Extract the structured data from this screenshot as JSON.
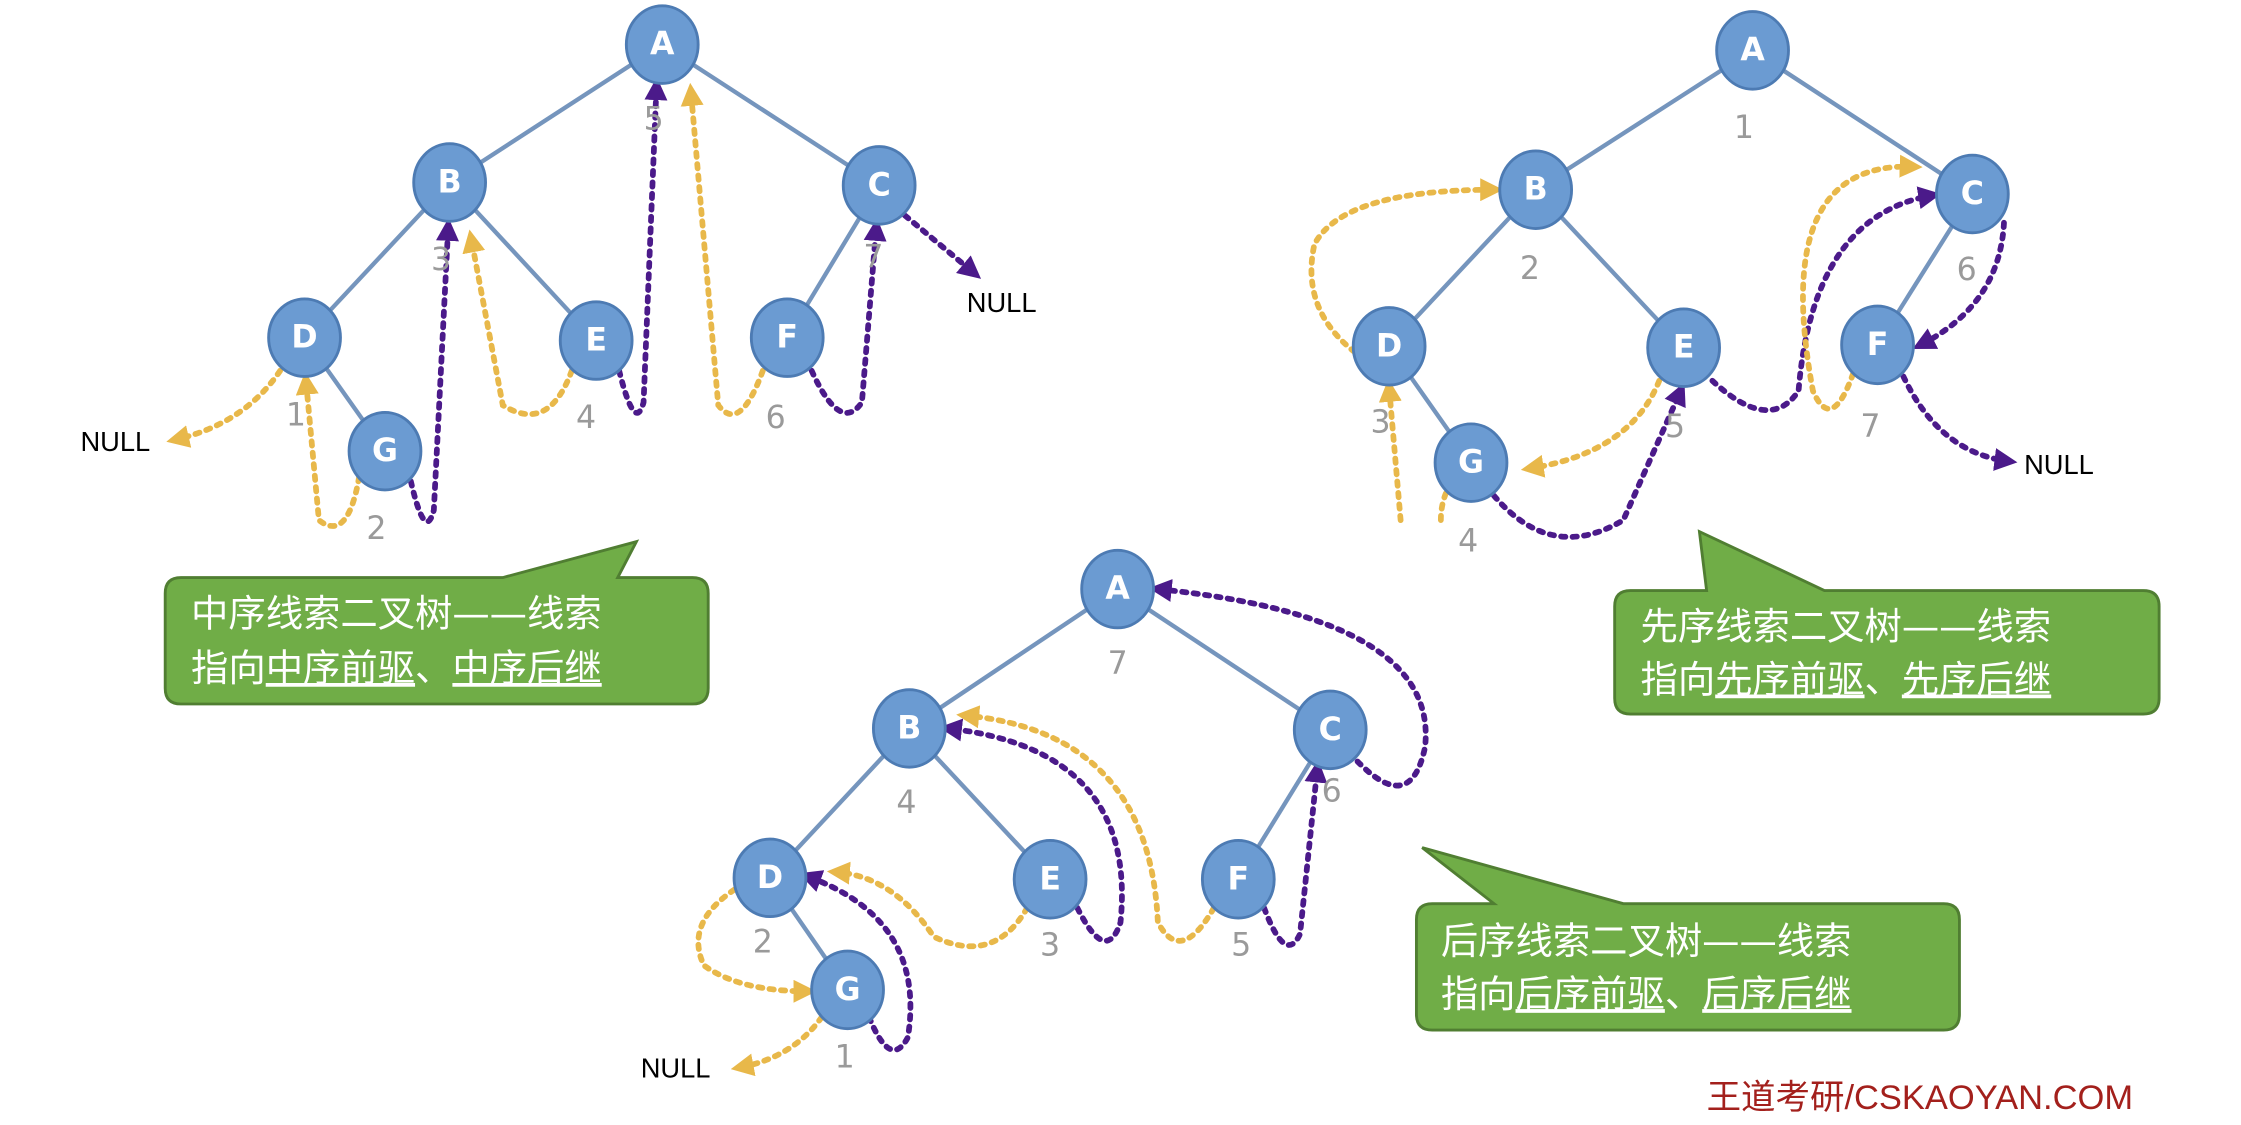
{
  "trees": [
    {
      "kind": "inorder",
      "nodes": [
        {
          "label": "A",
          "order": "5"
        },
        {
          "label": "B",
          "order": "3"
        },
        {
          "label": "C",
          "order": "7"
        },
        {
          "label": "D",
          "order": "1"
        },
        {
          "label": "E",
          "order": "4"
        },
        {
          "label": "F",
          "order": "6"
        },
        {
          "label": "G",
          "order": "2"
        }
      ],
      "null_labels": [
        "NULL",
        "NULL"
      ],
      "callout": {
        "line1": "中序线索二叉树——线索",
        "prefix": "指向",
        "pred": "中序前驱",
        "sep": "、",
        "succ": "中序后继"
      }
    },
    {
      "kind": "preorder",
      "nodes": [
        {
          "label": "A",
          "order": "1"
        },
        {
          "label": "B",
          "order": "2"
        },
        {
          "label": "C",
          "order": "6"
        },
        {
          "label": "D",
          "order": "3"
        },
        {
          "label": "E",
          "order": "5"
        },
        {
          "label": "F",
          "order": "7"
        },
        {
          "label": "G",
          "order": "4"
        }
      ],
      "null_labels": [
        "NULL"
      ],
      "callout": {
        "line1": "先序线索二叉树——线索",
        "prefix": "指向",
        "pred": "先序前驱",
        "sep": "、",
        "succ": "先序后继"
      }
    },
    {
      "kind": "postorder",
      "nodes": [
        {
          "label": "A",
          "order": "7"
        },
        {
          "label": "B",
          "order": "4"
        },
        {
          "label": "C",
          "order": "6"
        },
        {
          "label": "D",
          "order": "2"
        },
        {
          "label": "E",
          "order": "3"
        },
        {
          "label": "F",
          "order": "5"
        },
        {
          "label": "G",
          "order": "1"
        }
      ],
      "null_labels": [
        "NULL"
      ],
      "callout": {
        "line1": "后序线索二叉树——线索",
        "prefix": "指向",
        "pred": "后序前驱",
        "sep": "、",
        "succ": "后序后继"
      }
    }
  ],
  "colors": {
    "node": "#6b9bd2",
    "predecessor_thread": "#e8b84a",
    "successor_thread": "#4b1a8a",
    "callout": "#70ad47",
    "watermark": "#a3201c"
  },
  "watermark": "王道考研/CSKAOYAN.COM"
}
